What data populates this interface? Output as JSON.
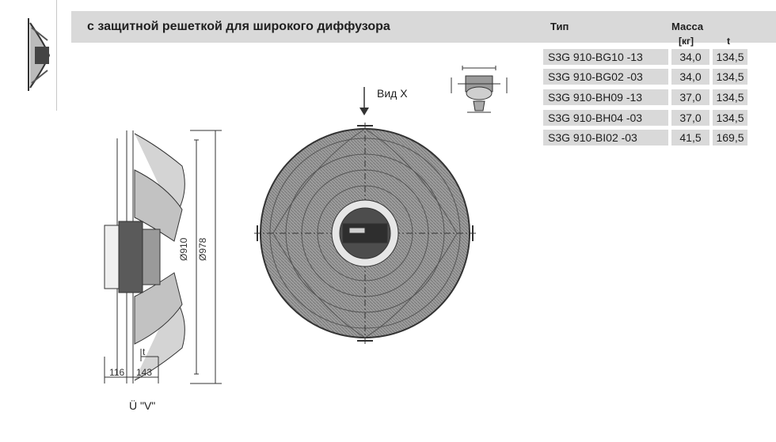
{
  "header": {
    "title": "с защитной решеткой для широкого диффузора",
    "col_type": "Тип",
    "col_mass": "Масса",
    "unit_kg": "[кг]",
    "col_t": "t"
  },
  "table": {
    "rows": [
      {
        "type": "S3G 910-BG10  -13",
        "mass": "34,0",
        "t": "134,5"
      },
      {
        "type": "S3G 910-BG02  -03",
        "mass": "34,0",
        "t": "134,5"
      },
      {
        "type": "S3G 910-BH09  -13",
        "mass": "37,0",
        "t": "134,5"
      },
      {
        "type": "S3G 910-BH04  -03",
        "mass": "37,0",
        "t": "134,5"
      },
      {
        "type": "S3G 910-BI02   -03",
        "mass": "41,5",
        "t": "169,5"
      }
    ]
  },
  "drawing": {
    "view_label": "Вид X",
    "bottom_label": "Ü \"V\"",
    "dim_116": "116",
    "dim_143": "143",
    "dim_t": "t",
    "dim_diam_fan": "Ø910",
    "dim_diam_outer": "Ø978"
  },
  "colors": {
    "header_band": "#d9d9d9",
    "cell_bg": "#d9d9d9",
    "drawing_line": "#333333",
    "grille_fill": "#8f8f8f"
  }
}
